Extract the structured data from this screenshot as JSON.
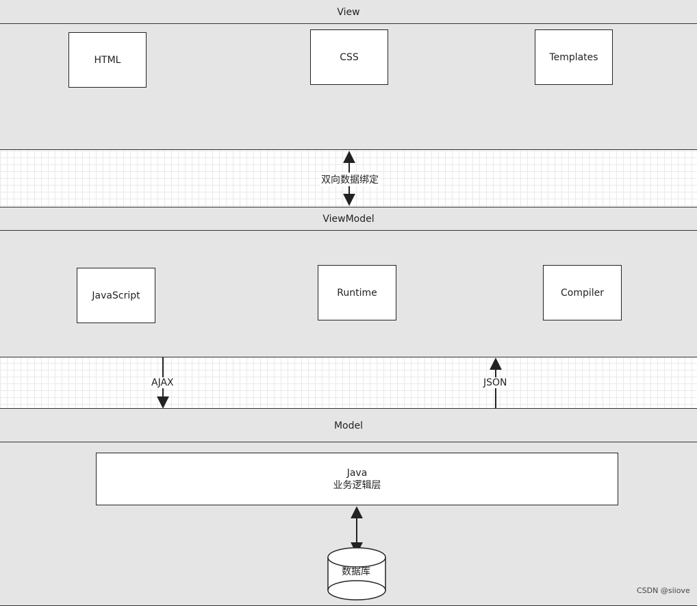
{
  "view": {
    "title": "View",
    "nodes": [
      "HTML",
      "CSS",
      "Templates"
    ]
  },
  "binding_label": "双向数据绑定",
  "viewmodel": {
    "title": "ViewModel",
    "nodes": [
      "JavaScript",
      "Runtime",
      "Compiler"
    ]
  },
  "connections": {
    "ajax": "AJAX",
    "json": "JSON"
  },
  "model": {
    "title": "Model",
    "java_line1": "Java",
    "java_line2": "业务逻辑层",
    "database": "数据库"
  },
  "watermark": "CSDN @siiove"
}
